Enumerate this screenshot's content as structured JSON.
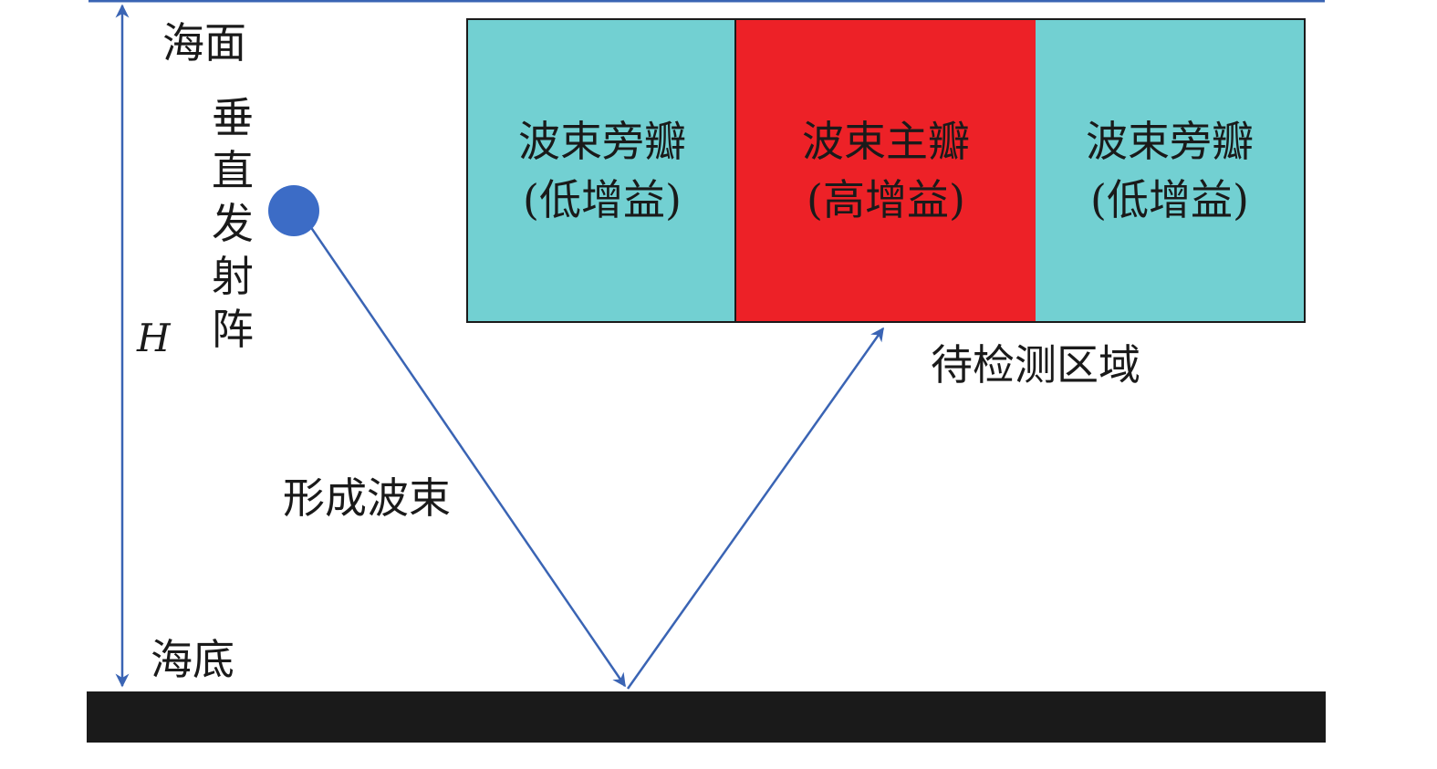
{
  "labels": {
    "sea_surface": "海面",
    "seabed": "海底",
    "depth": "H",
    "vertical_array": "垂直发射阵",
    "beam_forming": "形成波束",
    "detection_area": "待检测区域"
  },
  "lobes": {
    "left": {
      "name": "波束旁瓣",
      "gain": "(低增益)"
    },
    "main": {
      "name": "波束主瓣",
      "gain": "(高增益)"
    },
    "right": {
      "name": "波束旁瓣",
      "gain": "(低增益)"
    }
  },
  "colors": {
    "line_blue": "#3a64b4",
    "source_dot": "#3c6cc6",
    "side_lobe": "#72d0d2",
    "main_lobe": "#ed2127",
    "seabed": "#1a1a1a"
  }
}
